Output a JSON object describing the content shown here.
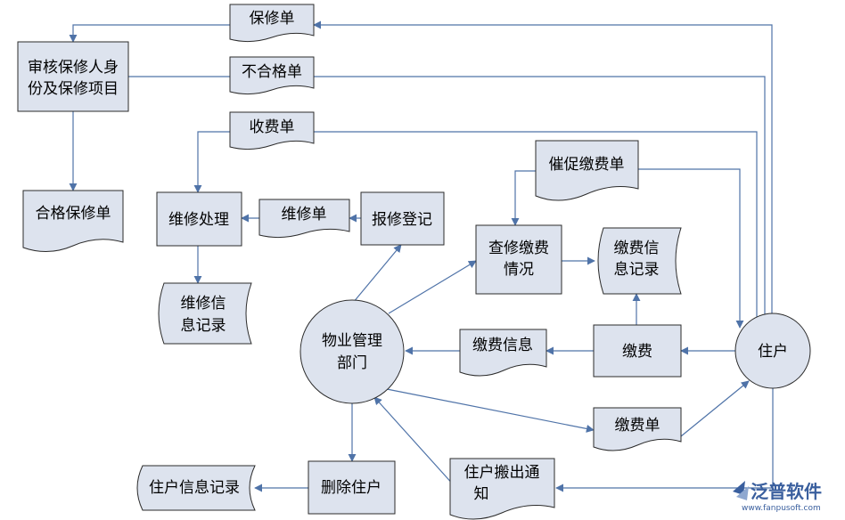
{
  "colors": {
    "fill": "#dde3ee",
    "stroke": "#2b2b2b",
    "arrow": "#4f73a8",
    "logo": "#3a5f9e"
  },
  "nodes": {
    "bao_xiu_dan": "保修单",
    "shen_he": [
      "审核保修人身",
      "份及保修项目"
    ],
    "bu_he_ge_dan": "不合格单",
    "shou_fei_dan": "收费单",
    "he_ge_bao_xiu_dan": "合格保修单",
    "wei_xiu_chu_li": "维修处理",
    "wei_xiu_dan": "维修单",
    "bao_xiu_deng_ji": "报修登记",
    "wei_xiu_xin_xi": [
      "维修信",
      "息记录"
    ],
    "cui_cu_jiao_fei_dan": "催促缴费单",
    "cha_xiu_jiao_fei": [
      "查修缴费",
      "情况"
    ],
    "jiao_fei_xin_xi_ji_lu": [
      "缴费信",
      "息记录"
    ],
    "wu_ye": [
      "物业管理",
      "部门"
    ],
    "jiao_fei_xin_xi": "缴费信息",
    "jiao_fei": "缴费",
    "zhu_hu": "住户",
    "jiao_fei_dan": "缴费单",
    "zhu_hu_ban_chu": [
      "住户搬出通",
      "知"
    ],
    "shan_chu_zhu_hu": "删除住户",
    "zhu_hu_xin_xi_ji_lu": "住户信息记录"
  },
  "logo": {
    "icon": "fanpu-logo-icon",
    "name": "泛普软件",
    "url": "www.fanpusoft.com"
  }
}
